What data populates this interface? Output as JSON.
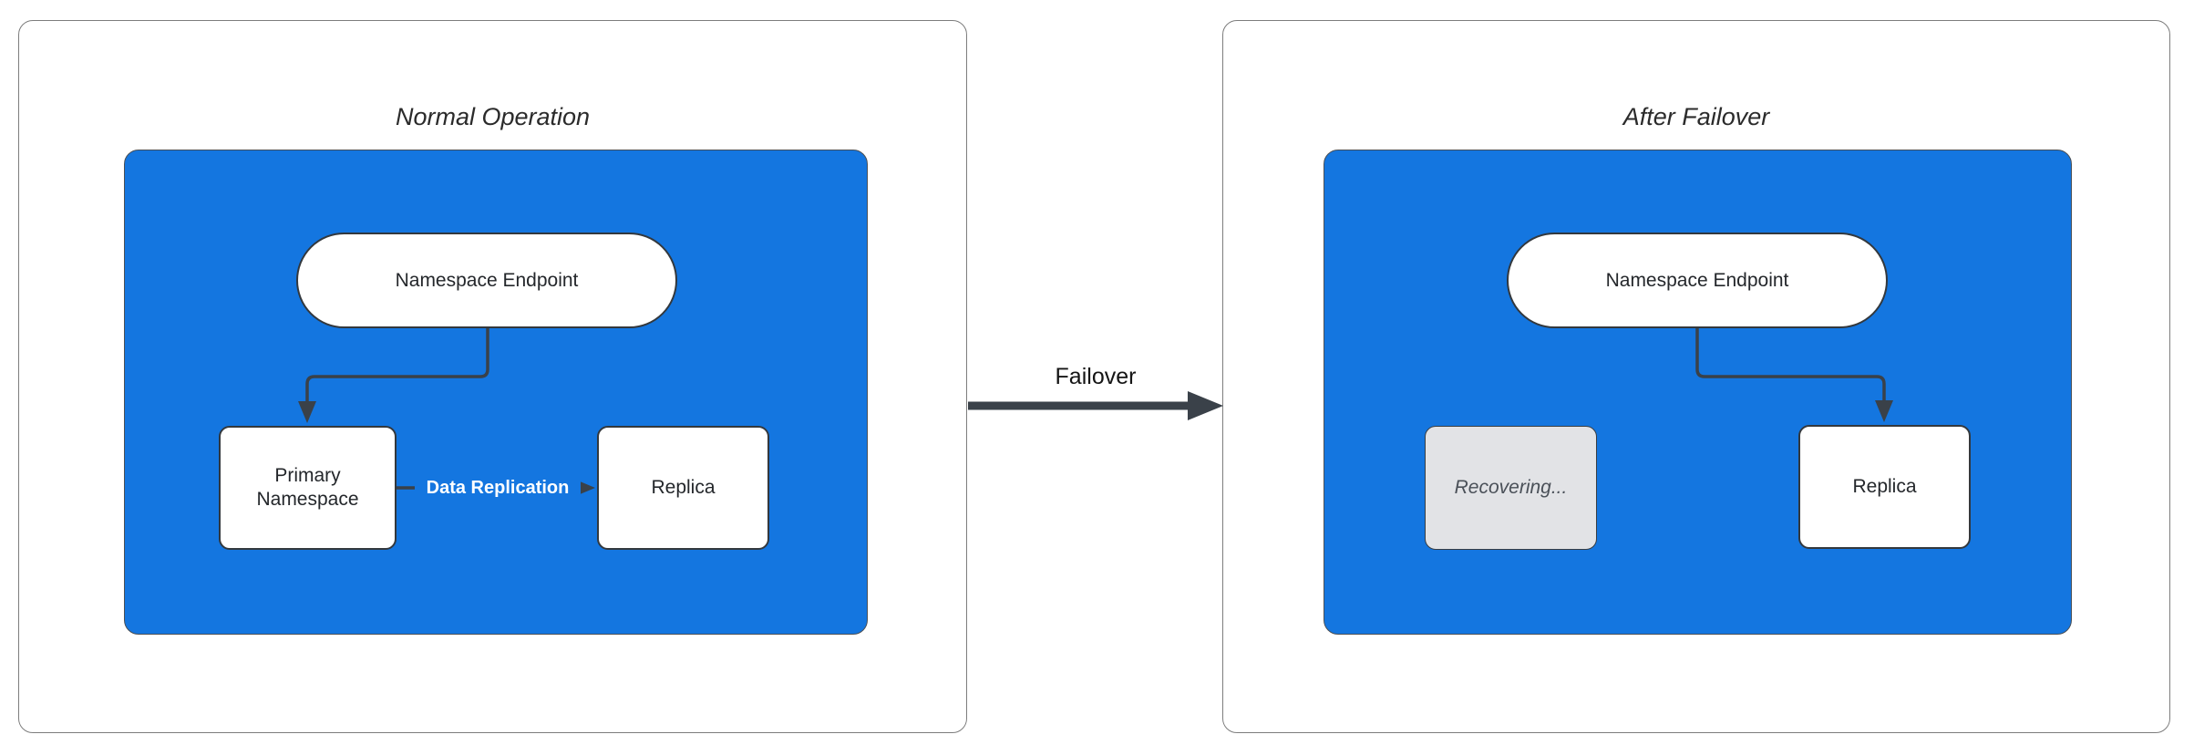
{
  "colors": {
    "accent_blue": "#1476E0",
    "connector": "#3A4149",
    "panel_border": "#7D7D7D",
    "node_border": "#33383D",
    "node_text": "#24272B",
    "title_text": "#2B2B2B",
    "recovering_fill": "#E2E3E6",
    "recovering_border": "#383D42",
    "recovering_text": "#4A5058",
    "replication_label_text": "#FFFFFF"
  },
  "left_panel": {
    "title": "Normal Operation",
    "endpoint_label": "Namespace Endpoint",
    "primary_label": "Primary Namespace",
    "replica_label": "Replica",
    "replication_label": "Data Replication"
  },
  "failover": {
    "label": "Failover"
  },
  "right_panel": {
    "title": "After Failover",
    "endpoint_label": "Namespace Endpoint",
    "recovering_label": "Recovering...",
    "replica_label": "Replica"
  }
}
